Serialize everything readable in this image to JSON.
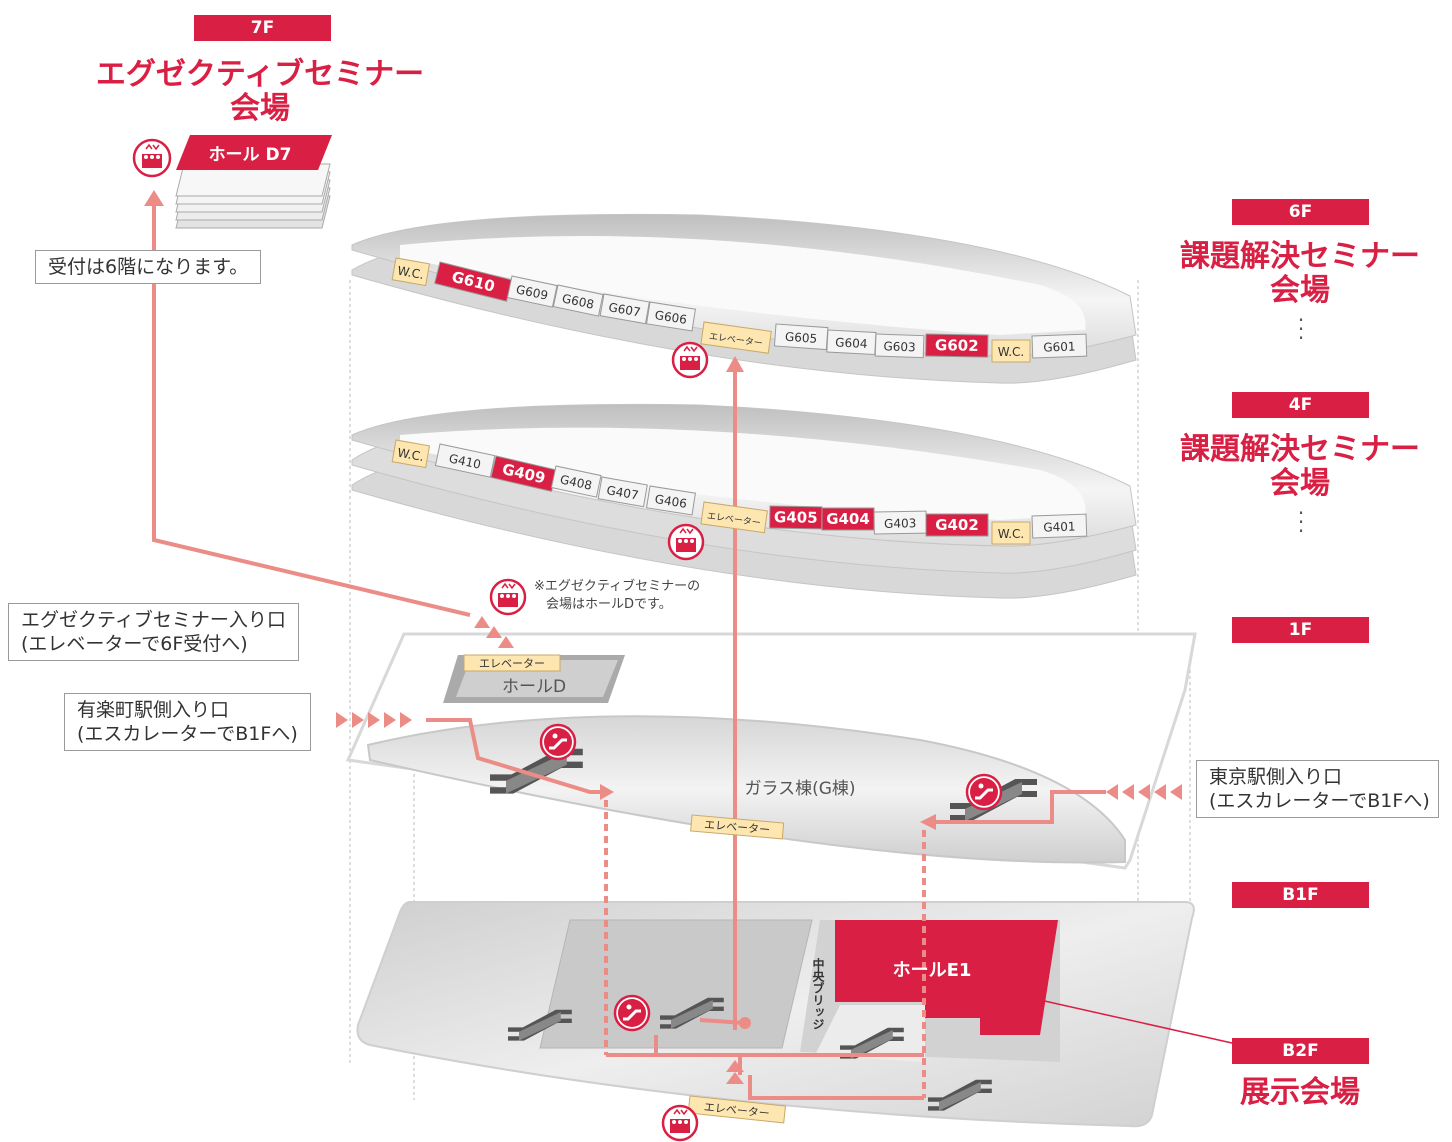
{
  "floors": {
    "f7": {
      "badge": "7F",
      "title_line1": "エグゼクティブセミナー",
      "title_line2": "会場",
      "hall": "ホール D7"
    },
    "f6": {
      "badge": "6F",
      "title_line1": "課題解決セミナー",
      "title_line2": "会場",
      "rooms": [
        "W.C.",
        "G610",
        "G609",
        "G608",
        "G607",
        "G606",
        "エレベーター",
        "G605",
        "G604",
        "G603",
        "G602",
        "W.C.",
        "G601"
      ]
    },
    "f4": {
      "badge": "4F",
      "title_line1": "課題解決セミナー",
      "title_line2": "会場",
      "rooms": [
        "W.C.",
        "G410",
        "G409",
        "G408",
        "G407",
        "G406",
        "エレベーター",
        "G405",
        "G404",
        "G403",
        "G402",
        "W.C.",
        "G401"
      ]
    },
    "f1": {
      "badge": "1F",
      "hall_d": "ホールD",
      "hall_d_elevator": "エレベーター",
      "glass_building": "ガラス棟(G棟)",
      "elevator": "エレベーター"
    },
    "b1": {
      "badge": "B1F"
    },
    "b2": {
      "badge": "B2F",
      "title": "展示会場",
      "hall_e1": "ホールE1",
      "bridge": "中央ブリッジ",
      "elevator": "エレベーター"
    }
  },
  "labels": {
    "reception": "受付は6階になります。",
    "exec_entrance_line1": "エグゼクティブセミナー入り口",
    "exec_entrance_line2": "(エレベーターで6F受付へ)",
    "yurakucho_line1": "有楽町駅側入り口",
    "yurakucho_line2": "(エスカレーターでB1Fへ)",
    "tokyo_line1": "東京駅側入り口",
    "tokyo_line2": "(エスカレーターでB1Fへ)",
    "note_line1": "※エグゼクティブセミナーの",
    "note_line2": "会場はホールDです。"
  },
  "colors": {
    "accent": "#d91f43",
    "route": "#ec8c87",
    "room_highlight": "#d91f43",
    "utility_room": "#fde6b0"
  },
  "icons": [
    "elevator-icon",
    "escalator-icon"
  ]
}
